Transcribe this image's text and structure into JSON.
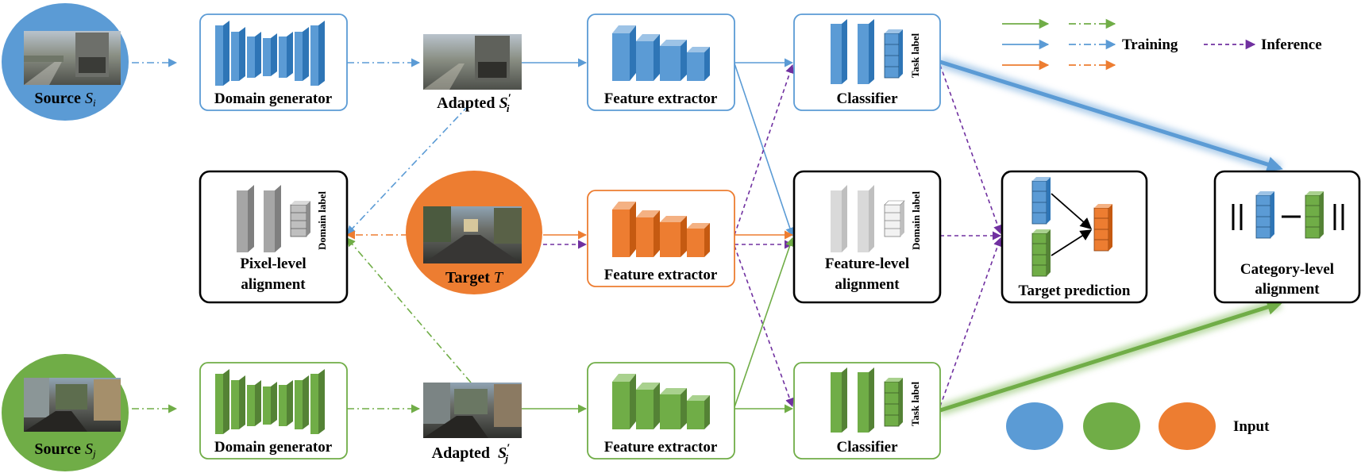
{
  "colors": {
    "blue": "#5b9bd5",
    "blue_dark": "#2e75b6",
    "orange": "#ed7d31",
    "orange_dark": "#c55a11",
    "green": "#70ad47",
    "green_dark": "#548235",
    "purple": "#7030a0",
    "gray": "#a6a6a6",
    "light_gray": "#d9d9d9",
    "black": "#000000"
  },
  "sources": {
    "si_prefix": "Source ",
    "si_var": "S",
    "si_sub": "i",
    "sj_prefix": "Source ",
    "sj_var": "S",
    "sj_sub": "j",
    "target_prefix": "Target ",
    "target_var": "T"
  },
  "modules": {
    "domain_generator_top": "Domain generator",
    "domain_generator_bottom": "Domain generator",
    "adapted_top_prefix": "Adapted ",
    "adapted_top_var": "S",
    "adapted_top_sub": "i",
    "adapted_top_sup": "′",
    "adapted_bottom_prefix": "Adapted  ",
    "adapted_bottom_var": "S",
    "adapted_bottom_sub": "j",
    "adapted_bottom_sup": "′",
    "feature_extractor_top": "Feature extractor",
    "feature_extractor_mid": "Feature extractor",
    "feature_extractor_bottom": "Feature extractor",
    "classifier_top": "Classifier",
    "classifier_bottom": "Classifier",
    "task_label_top": "Task label",
    "task_label_bottom": "Task label",
    "domain_label_pixel": "Domain label",
    "domain_label_feature": "Domain label",
    "pixel_alignment_l1": "Pixel-level",
    "pixel_alignment_l2": "alignment",
    "feature_alignment_l1": "Feature-level",
    "feature_alignment_l2": "alignment",
    "target_prediction": "Target prediction",
    "category_alignment_l1": "Category-level",
    "category_alignment_l2": "alignment"
  },
  "legend": {
    "training": "Training",
    "inference": "Inference",
    "input": "Input"
  }
}
